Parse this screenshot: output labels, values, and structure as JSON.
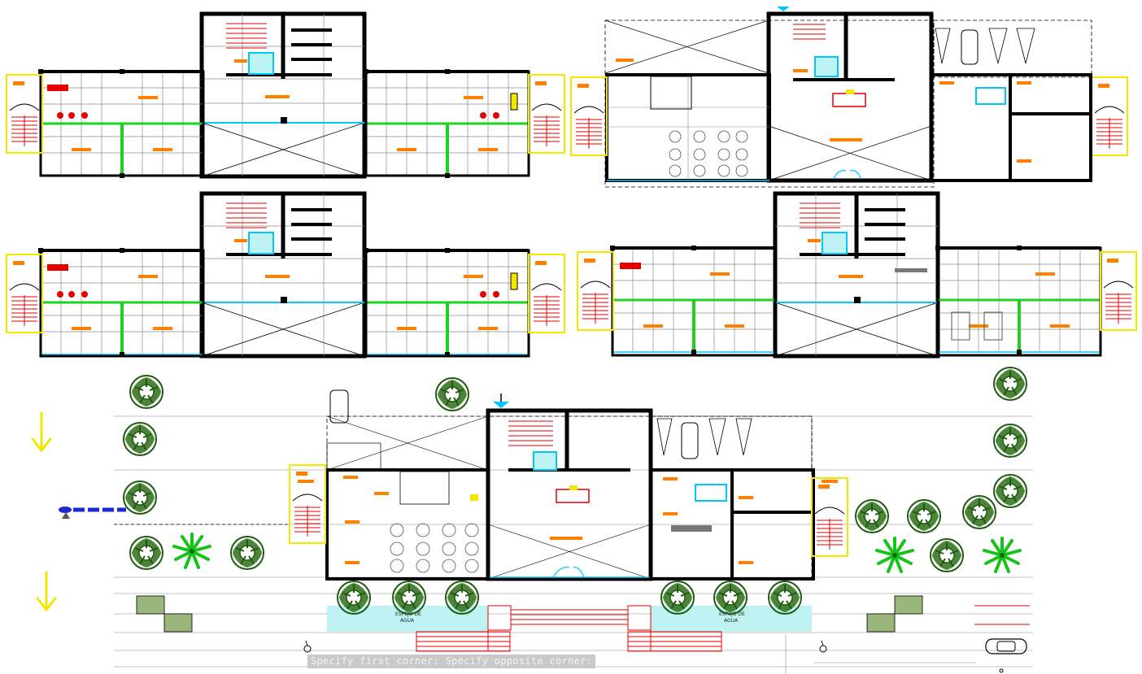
{
  "command_line": {
    "prompt": "Specify first corner: Specify opposite corner:"
  },
  "water_labels": [
    {
      "title": "ESPEJO DE",
      "subtitle": "AGUA"
    },
    {
      "title": "ESPEJO DE",
      "subtitle": "AGUA"
    }
  ],
  "colors": {
    "background": "#ffffff",
    "wall": "#000000",
    "grid": "#8c8c8c",
    "accent_orange": "#ff7f00",
    "green_partition": "#1fd11f",
    "yellow_outline": "#f5e600",
    "cyan": "#00c8ff",
    "water": "#bff3f3",
    "tree_green": "#1e5a10",
    "red_lines": "#e60000",
    "arrow_yellow": "#f5e600",
    "command_bar": "#c9c9c9"
  },
  "icons": {
    "north_arrow": "north-arrow-icon",
    "flow_arrows": "down-arrow-icon",
    "accessibility": "wheelchair-icon",
    "car": "car-icon",
    "tree": "tree-icon",
    "palm": "palm-icon"
  }
}
